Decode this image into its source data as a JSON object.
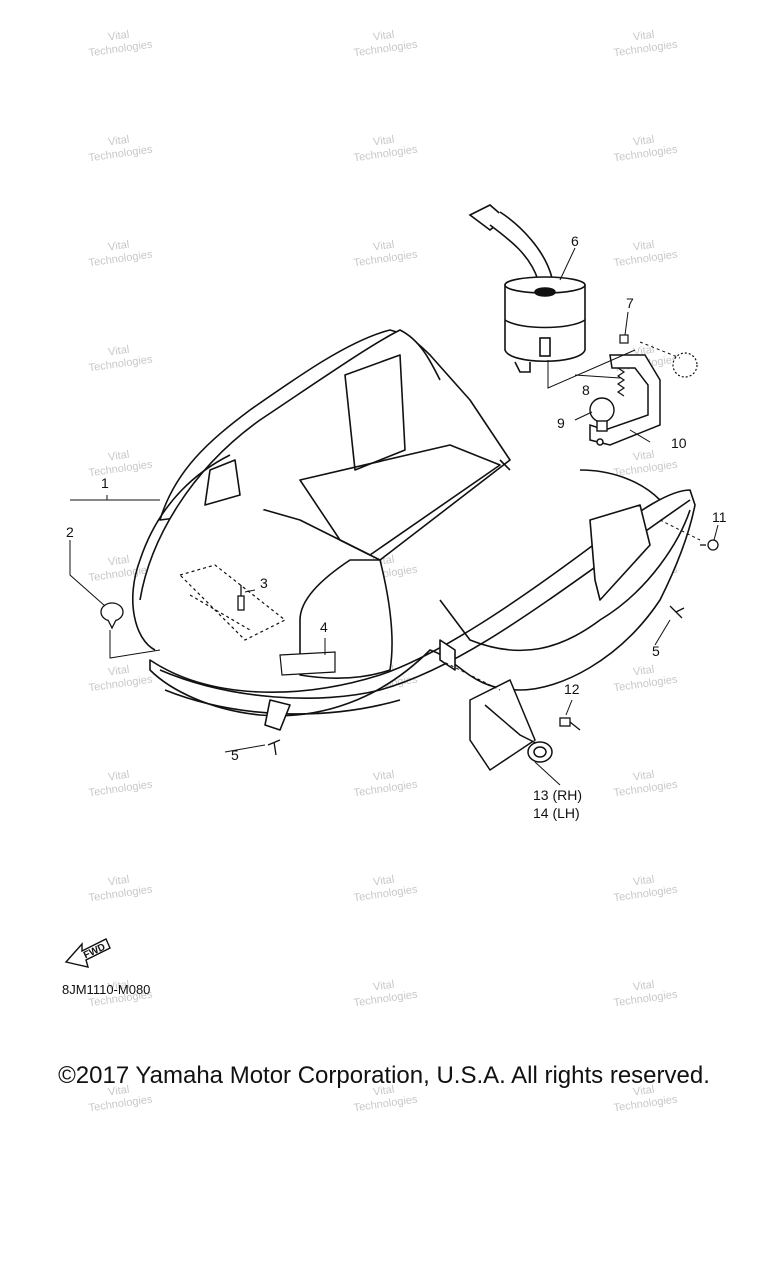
{
  "callouts": {
    "c1": "1",
    "c2": "2",
    "c3": "3",
    "c4": "4",
    "c5a": "5",
    "c5b": "5",
    "c6": "6",
    "c7": "7",
    "c8": "8",
    "c9": "9",
    "c10": "10",
    "c11": "11",
    "c12": "12",
    "c13": "13 (RH)",
    "c14": "14 (LH)"
  },
  "fwd_label": "FWD",
  "diagram_code": "8JM1110-M080",
  "copyright": "©2017 Yamaha Motor Corporation, U.S.A. All rights reserved.",
  "watermark": {
    "line1": "Vital",
    "line2": "Technologies"
  },
  "colors": {
    "line": "#111111",
    "fill": "#ffffff",
    "watermark": "#c8c8c8"
  }
}
